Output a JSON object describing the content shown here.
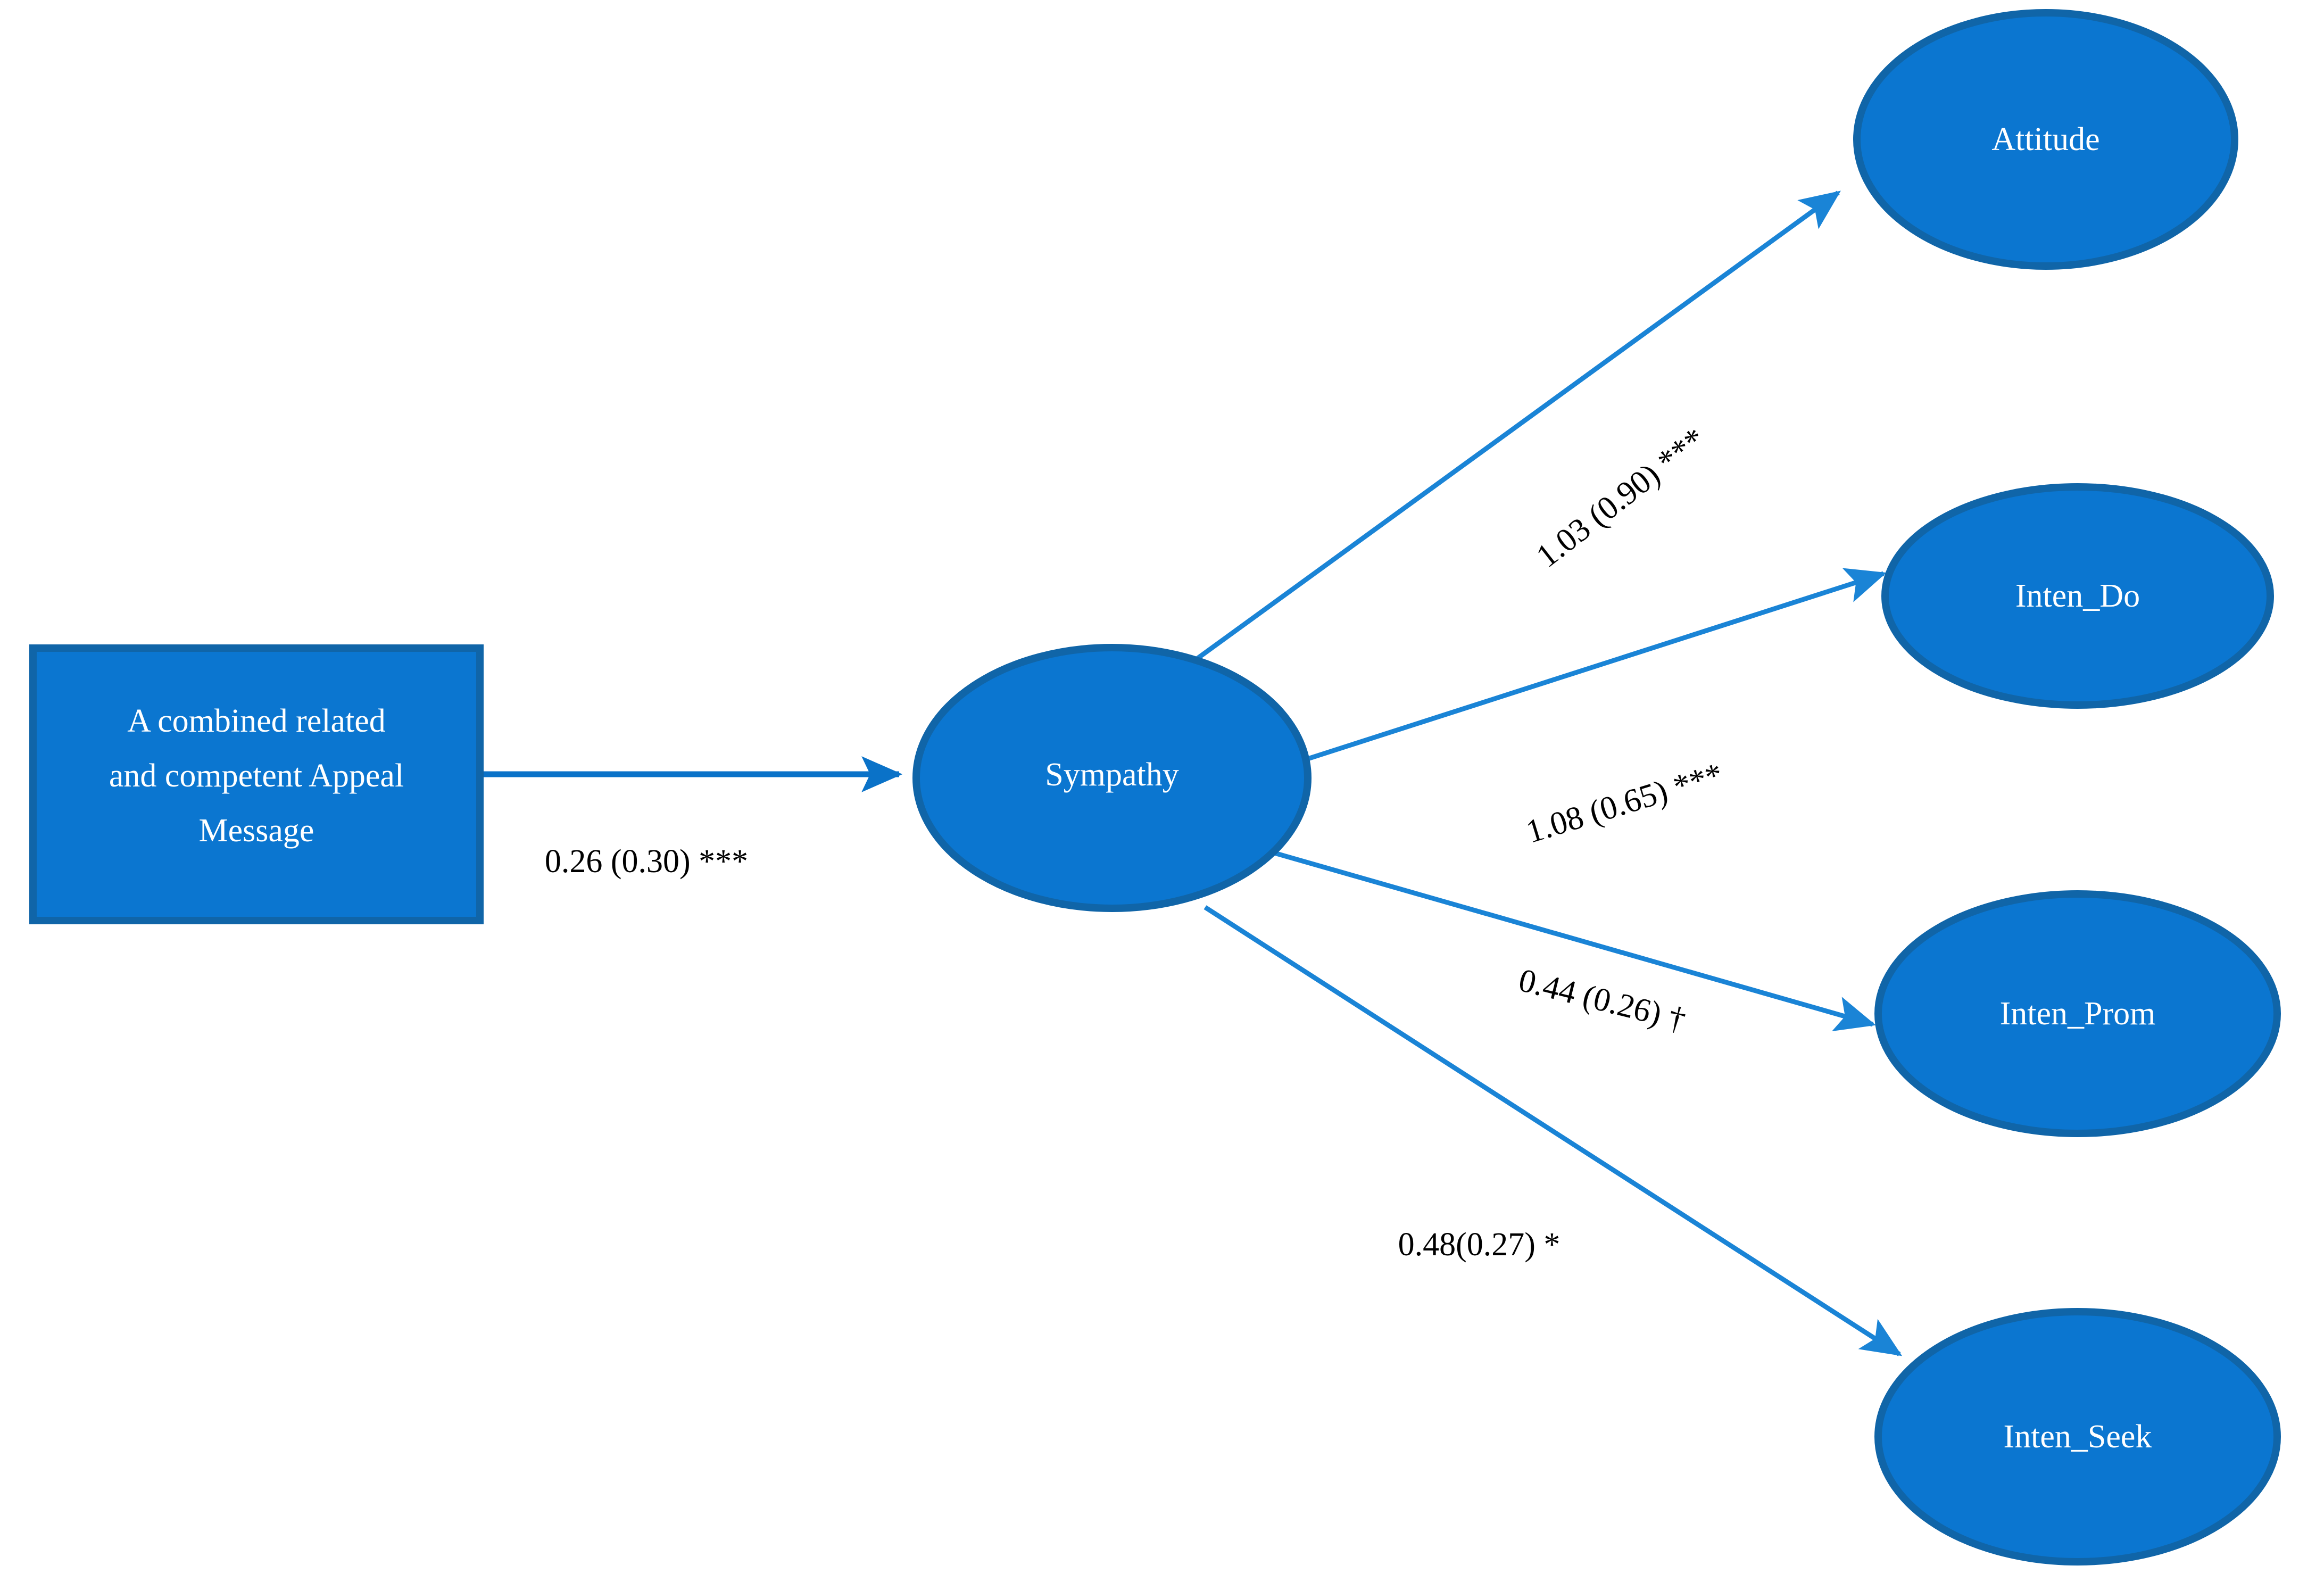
{
  "diagram": {
    "type": "path-diagram",
    "colors": {
      "node_fill": "#0B76D0",
      "node_stroke": "#1065A8",
      "connector": "#1A84D6",
      "node_text": "#FFFFFF",
      "label_text": "#000000",
      "background": "#FFFFFF"
    },
    "nodes": [
      {
        "id": "appeal_message",
        "shape": "rectangle",
        "lines": [
          "A combined related",
          "and competent Appeal",
          "Message"
        ]
      },
      {
        "id": "sympathy",
        "shape": "ellipse",
        "label": "Sympathy"
      },
      {
        "id": "attitude",
        "shape": "ellipse",
        "label": "Attitude"
      },
      {
        "id": "inten_do",
        "shape": "ellipse",
        "label": "Inten_Do"
      },
      {
        "id": "inten_prom",
        "shape": "ellipse",
        "label": "Inten_Prom"
      },
      {
        "id": "inten_seek",
        "shape": "ellipse",
        "label": "Inten_Seek"
      }
    ],
    "edges": [
      {
        "id": "e1",
        "from": "appeal_message",
        "to": "sympathy",
        "label": "0.26 (0.30) ***",
        "estimate": 0.26,
        "std_error": 0.3,
        "significance": "***",
        "rotation": 0
      },
      {
        "id": "e2",
        "from": "sympathy",
        "to": "attitude",
        "label": "1.03 (0.90) ***",
        "estimate": 1.03,
        "std_error": 0.9,
        "significance": "***",
        "rotation": -38
      },
      {
        "id": "e3",
        "from": "sympathy",
        "to": "inten_do",
        "label": "1.08 (0.65) ***",
        "estimate": 1.08,
        "std_error": 0.65,
        "significance": "***",
        "rotation": -17
      },
      {
        "id": "e4",
        "from": "sympathy",
        "to": "inten_prom",
        "label": "0.44 (0.26) †",
        "estimate": 0.44,
        "std_error": 0.26,
        "significance": "†",
        "rotation": 14
      },
      {
        "id": "e5",
        "from": "sympathy",
        "to": "inten_seek",
        "label": "0.48(0.27) *",
        "estimate": 0.48,
        "std_error": 0.27,
        "significance": "*",
        "rotation": 0
      }
    ]
  }
}
